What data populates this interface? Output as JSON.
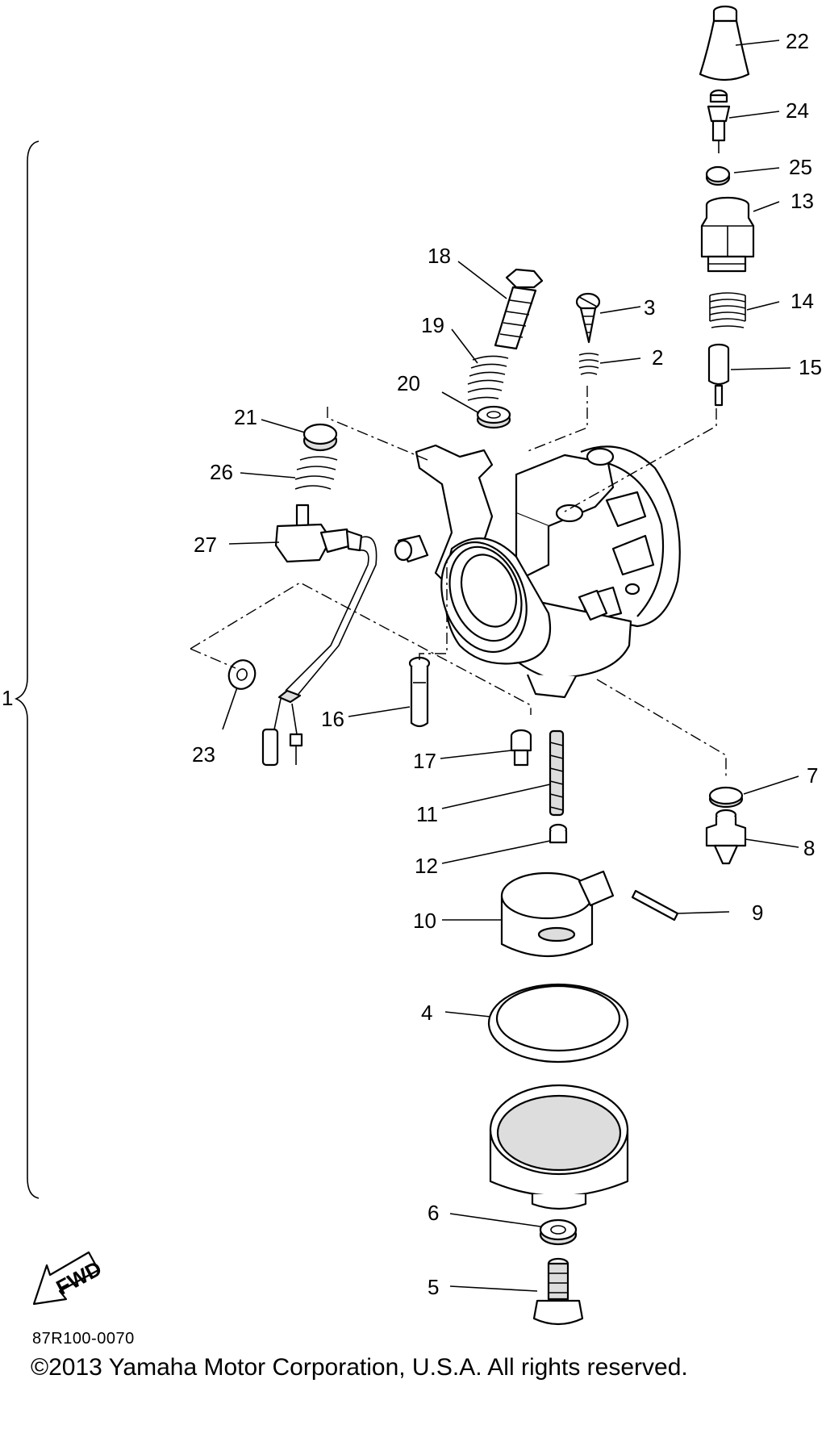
{
  "drawing_code": "87R100-0070",
  "copyright": "©2013 Yamaha Motor Corporation, U.S.A. All rights reserved.",
  "fwd_label": "FWD",
  "callouts": {
    "c1": "1",
    "c2": "2",
    "c3": "3",
    "c4": "4",
    "c5": "5",
    "c6": "6",
    "c7": "7",
    "c8": "8",
    "c9": "9",
    "c10": "10",
    "c11": "11",
    "c12": "12",
    "c13": "13",
    "c14": "14",
    "c15": "15",
    "c16": "16",
    "c17": "17",
    "c18": "18",
    "c19": "19",
    "c20": "20",
    "c21": "21",
    "c22": "22",
    "c23": "23",
    "c24": "24",
    "c25": "25",
    "c26": "26",
    "c27": "27"
  }
}
